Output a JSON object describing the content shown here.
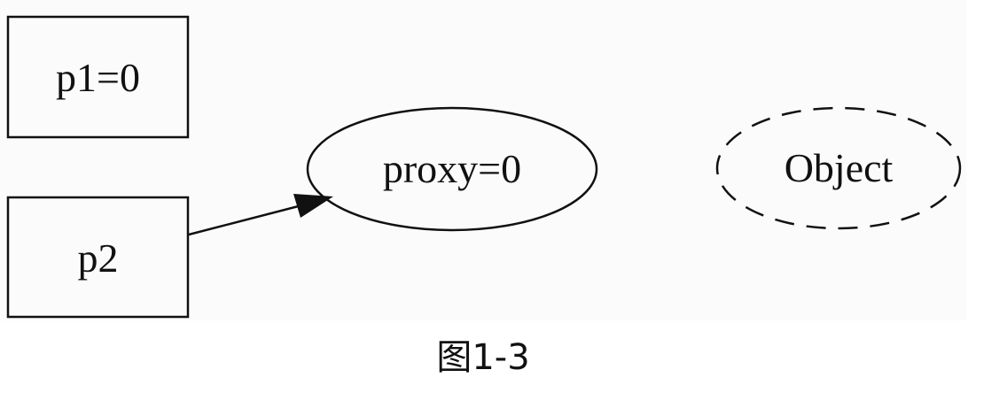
{
  "nodes": {
    "p1": {
      "label": "p1=0",
      "shape": "box",
      "style": "solid"
    },
    "p2": {
      "label": "p2",
      "shape": "box",
      "style": "solid"
    },
    "proxy": {
      "label": "proxy=0",
      "shape": "ellipse",
      "style": "solid"
    },
    "object": {
      "label": "Object",
      "shape": "ellipse",
      "style": "dashed"
    }
  },
  "edges": [
    {
      "from": "p2",
      "to": "proxy"
    }
  ],
  "caption": "图1-3",
  "colors": {
    "stroke": "#111111",
    "background": "#fbfbfb"
  }
}
